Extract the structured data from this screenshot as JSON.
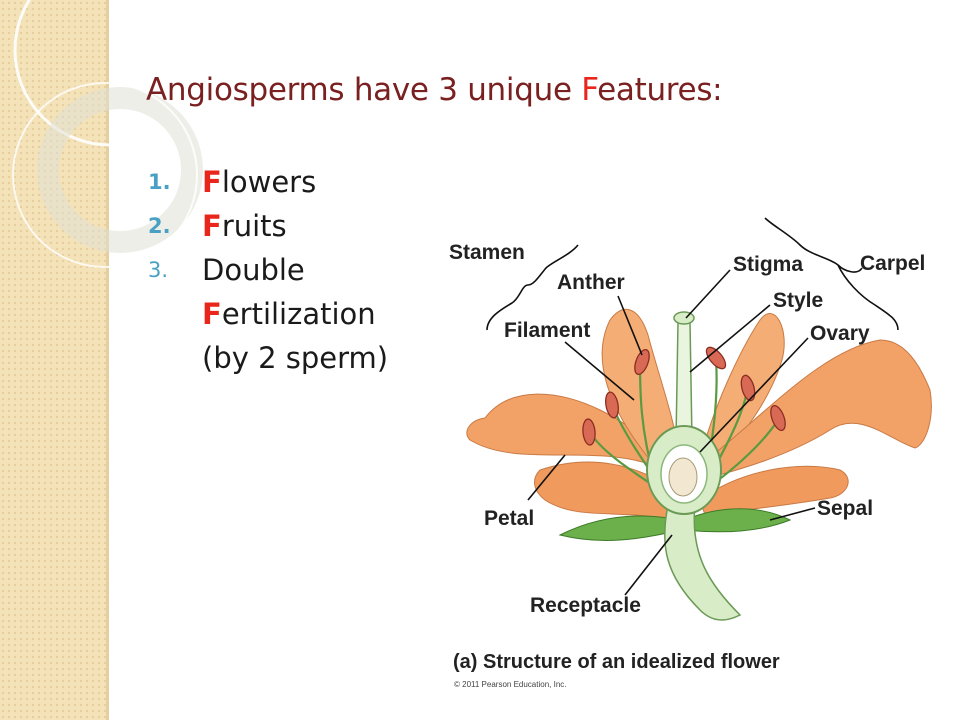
{
  "slide": {
    "title_prefix": "Angiosperms have 3 unique ",
    "title_accent": "F",
    "title_suffix": "eatures:"
  },
  "features": [
    {
      "num": "1.",
      "accent": "F",
      "rest": "lowers"
    },
    {
      "num": "2.",
      "accent": "F",
      "rest": "ruits"
    },
    {
      "num": "3.",
      "line1": "Double",
      "accent": "F",
      "rest": "ertilization",
      "line3": "(by 2 sperm)"
    }
  ],
  "diagram": {
    "labels": {
      "stamen": "Stamen",
      "anther": "Anther",
      "filament": "Filament",
      "stigma": "Stigma",
      "style": "Style",
      "ovary": "Ovary",
      "carpel": "Carpel",
      "petal": "Petal",
      "sepal": "Sepal",
      "receptacle": "Receptacle"
    },
    "caption": "(a) Structure of an idealized flower",
    "copyright": "© 2011 Pearson Education, Inc."
  },
  "colors": {
    "title": "#7a2020",
    "accent_F": "#e8261b",
    "number": "#4aa0c4",
    "petal": "#f2a267",
    "sepal": "#6bb04a",
    "stem": "#d9ecc8"
  }
}
